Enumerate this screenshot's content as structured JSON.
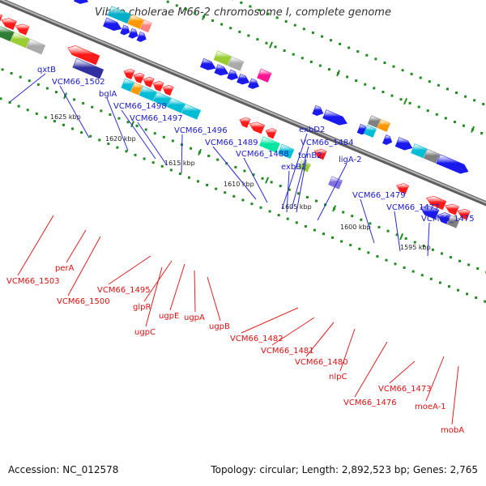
{
  "title": "Vibrio cholerae M66-2 chromosome I, complete genome",
  "footer": {
    "accession": "Accession: NC_012578",
    "stats": "Topology: circular; Length: 2,892,523 bp; Genes: 2,765"
  },
  "colors": {
    "top_label": "#1a1ac8",
    "bottom_label": "#dd1111",
    "backbone": "#777777",
    "tick": "#1e8c1e",
    "leader_top": "#2a2ad8",
    "leader_bottom": "#e02020"
  },
  "ruler_labels": [
    "1625 kbp",
    "1620 kbp",
    "1615 kbp",
    "1610 kbp",
    "1605 kbp",
    "1600 kbp",
    "1595 kbp"
  ],
  "top_labels": [
    "qxtB",
    "VCM66_1502",
    "bglA",
    "VCM66_1498",
    "VCM66_1497",
    "VCM66_1496",
    "VCM66_1489",
    "VCM66_1488",
    "exbD2",
    "VCM66_1484",
    "tonB2",
    "exbB2",
    "ligA-2",
    "VCM66_1479",
    "VCM66_1477",
    "VCM66_1475"
  ],
  "bottom_labels": [
    "perA",
    "VCM66_1503",
    "VCM66_1500",
    "VCM66_1495",
    "glpR",
    "ugpE",
    "ugpC",
    "ugpA",
    "ugpB",
    "VCM66_1482",
    "VCM66_1481",
    "VCM66_1480",
    "nlpC",
    "VCM66_1476",
    "VCM66_1473",
    "moeA-1",
    "mobA"
  ]
}
